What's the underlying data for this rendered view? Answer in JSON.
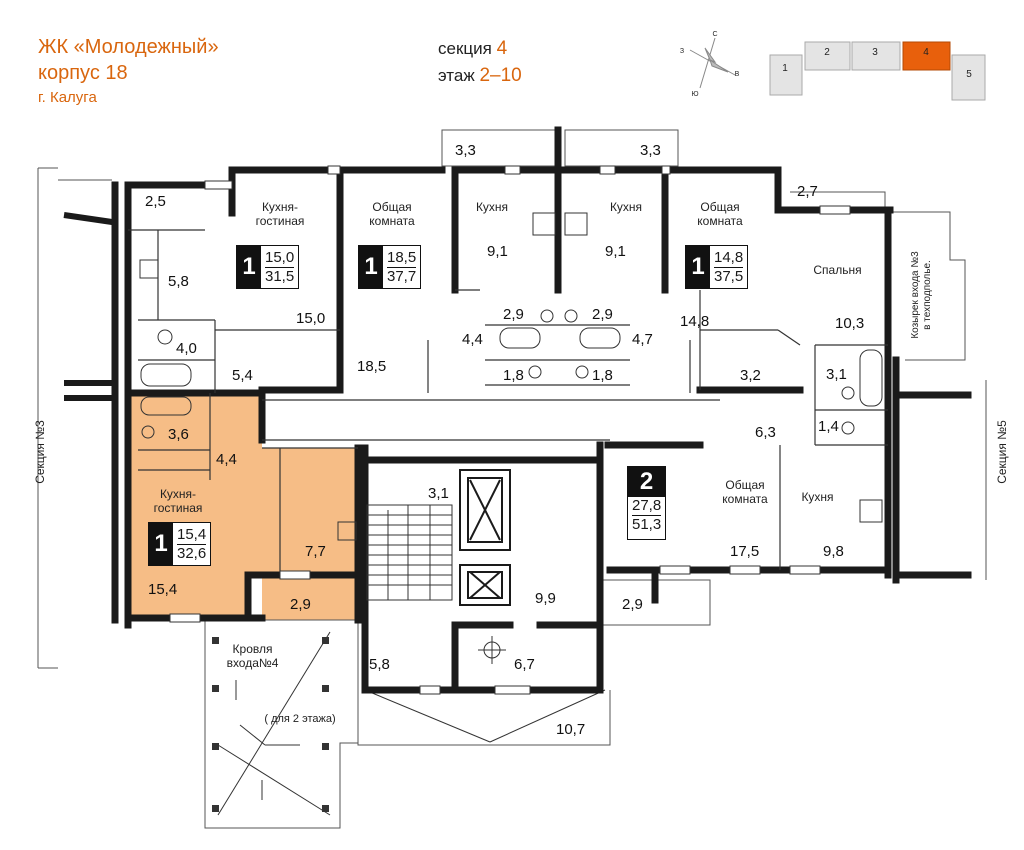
{
  "header": {
    "complex": "ЖК «Молодежный»",
    "building": "корпус 18",
    "city": "г. Калуга",
    "section_label": "секция",
    "section_value": "4",
    "floor_label": "этаж",
    "floor_value": "2–10"
  },
  "minimap": {
    "sections": [
      "1",
      "2",
      "3",
      "4",
      "5"
    ],
    "active": "4",
    "active_color": "#e8600c"
  },
  "compass": {
    "letters": [
      "С",
      "В",
      "Ю",
      "З"
    ]
  },
  "apartments": [
    {
      "rooms": "1",
      "living": "15,0",
      "total": "31,5"
    },
    {
      "rooms": "1",
      "living": "18,5",
      "total": "37,7"
    },
    {
      "rooms": "1",
      "living": "14,8",
      "total": "37,5"
    },
    {
      "rooms": "2",
      "living": "27,8",
      "total": "51,3"
    },
    {
      "rooms": "1",
      "living": "15,4",
      "total": "32,6"
    }
  ],
  "room_names": {
    "kitchen_living_1": "Кухня-\nгостиная",
    "common_room_1": "Общая\nкомната",
    "kitchen_1": "Кухня",
    "kitchen_2": "Кухня",
    "common_room_2": "Общая\nкомната",
    "bedroom": "Спальня",
    "kitchen_living_2": "Кухня-\nгостиная",
    "common_room_3": "Общая\nкомната",
    "kitchen_3": "Кухня",
    "roof_label": "Кровля\nвхода№4",
    "roof_note": "( для 2 этажа)"
  },
  "areas": [
    "3,3",
    "3,3",
    "2,5",
    "2,7",
    "5,8",
    "15,0",
    "9,1",
    "9,1",
    "18,5",
    "14,8",
    "10,3",
    "4,0",
    "5,4",
    "2,9",
    "2,9",
    "4,4",
    "4,7",
    "3,2",
    "1,8",
    "1,8",
    "3,1",
    "3,6",
    "4,4",
    "6,3",
    "1,4",
    "3,1",
    "7,7",
    "17,5",
    "9,8",
    "15,4",
    "2,9",
    "9,9",
    "2,9",
    "5,8",
    "6,7",
    "10,7"
  ],
  "side_labels": {
    "left": "Секция №3",
    "right": "Секция №5",
    "canopy": "Козырек входа №3\nв техподполье."
  },
  "colors": {
    "highlight": "#f6bd86",
    "wall": "#1a1a1a"
  }
}
